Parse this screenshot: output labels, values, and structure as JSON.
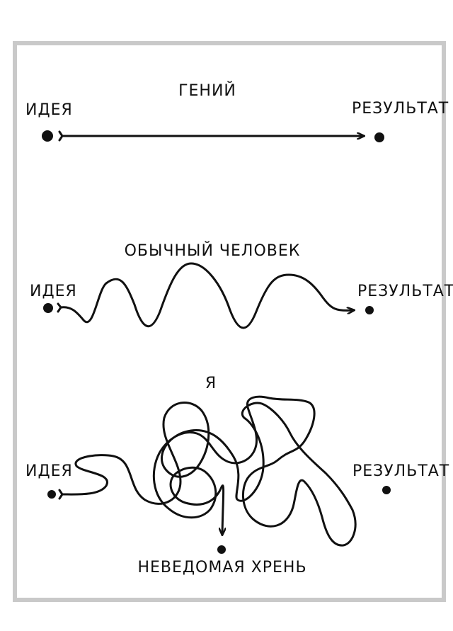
{
  "rows": [
    {
      "id": "genius",
      "title": "ГЕНИЙ",
      "start": "ИДЕЯ",
      "end": "РЕЗУЛЬТАТ"
    },
    {
      "id": "ordinary",
      "title": "ОБЫЧНЫЙ ЧЕЛОВЕК",
      "start": "ИДЕЯ",
      "end": "РЕЗУЛЬТАТ"
    },
    {
      "id": "me",
      "title": "Я",
      "start": "ИДЕЯ",
      "end": "РЕЗУЛЬТАТ",
      "outcome": "НЕВЕДОМАЯ ХРЕНЬ"
    }
  ],
  "colors": {
    "ink": "#111111",
    "frame": "#c9c9c9",
    "background": "#ffffff"
  }
}
